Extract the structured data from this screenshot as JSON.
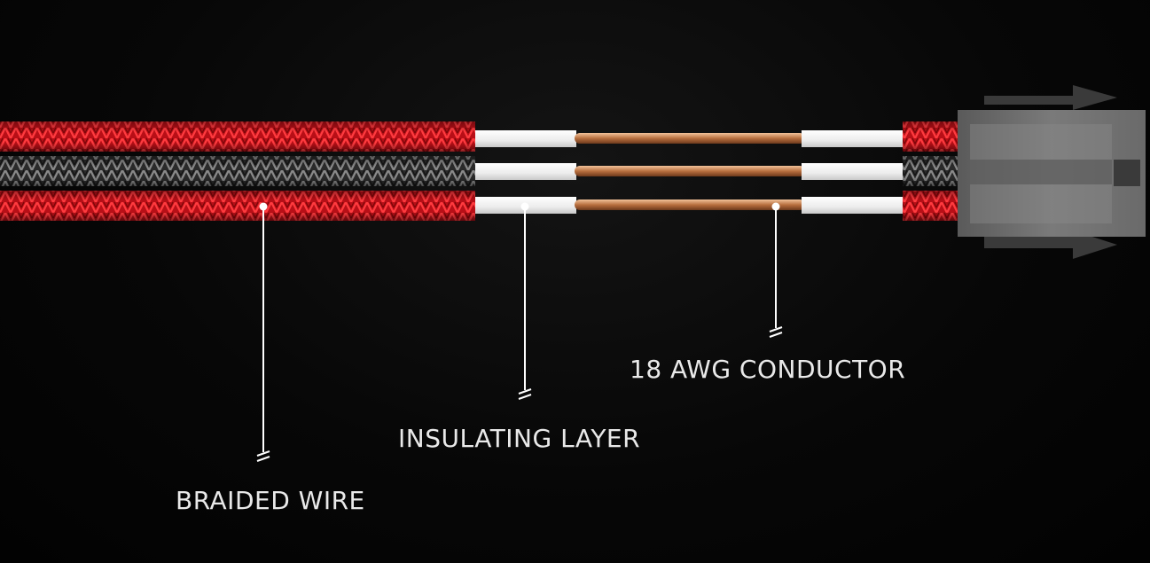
{
  "labels": {
    "braided_wire": "BRAIDED WIRE",
    "insulating_layer": "INSULATING LAYER",
    "conductor": "18 AWG CONDUCTOR"
  },
  "colors": {
    "background": "#050505",
    "braid_red": "#c8141c",
    "braid_black": "#3a3a3a",
    "insulation": "#f2f2f2",
    "copper": "#c98a5a",
    "connector": "#6a6a6a",
    "leader_line": "#ffffff"
  }
}
